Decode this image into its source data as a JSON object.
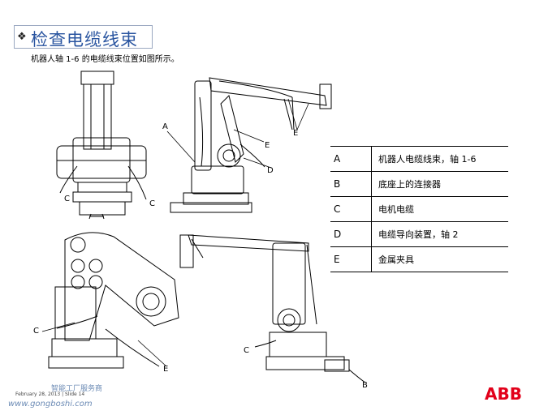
{
  "title": {
    "bullet": "❖",
    "text": "检查电缆线束"
  },
  "subtitle": "机器人轴 1-6 的电缆线束位置如图所示。",
  "callouts": {
    "a": "A",
    "b": "B",
    "c": "C",
    "d": "D",
    "e": "E"
  },
  "legend": [
    {
      "code": "A",
      "desc": "机器人电缆线束，轴 1-6"
    },
    {
      "code": "B",
      "desc": "底座上的连接器"
    },
    {
      "code": "C",
      "desc": "电机电缆"
    },
    {
      "code": "D",
      "desc": "电缆导向装置，轴 2"
    },
    {
      "code": "E",
      "desc": "金属夹具"
    }
  ],
  "footer": {
    "date": "February 28, 2013 | Slide 14",
    "watermark_cn": "智能工厂服务商",
    "watermark_url": "www.gongboshi.com"
  },
  "logo": "ABB"
}
